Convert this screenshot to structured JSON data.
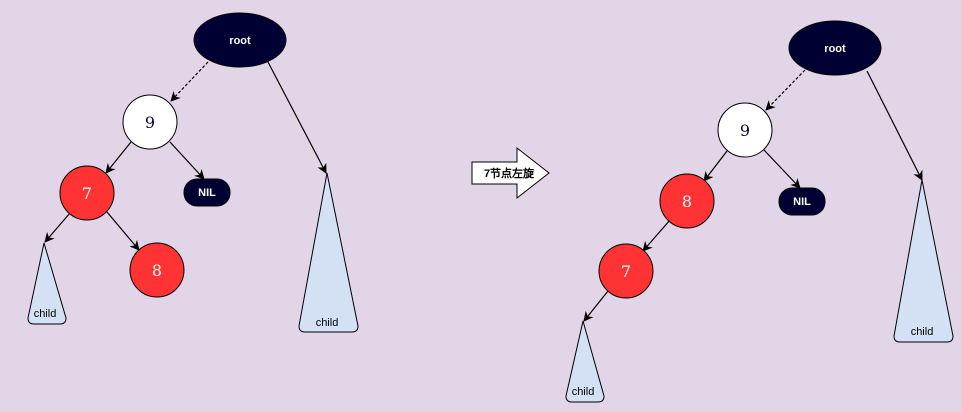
{
  "colors": {
    "background": "#e1d5e7",
    "black_node": "#000033",
    "red_node": "#ff3333",
    "white_node": "#ffffff",
    "subtree_fill": "#d4e1f5"
  },
  "before": {
    "root": "root",
    "node_9": "9",
    "node_7": "7",
    "node_8": "8",
    "nil": "NIL",
    "child_left": "child",
    "child_right": "child"
  },
  "transition": {
    "label": "7节点左旋"
  },
  "after": {
    "root": "root",
    "node_9": "9",
    "node_8": "8",
    "node_7": "7",
    "nil": "NIL",
    "child_left": "child",
    "child_right": "child"
  }
}
